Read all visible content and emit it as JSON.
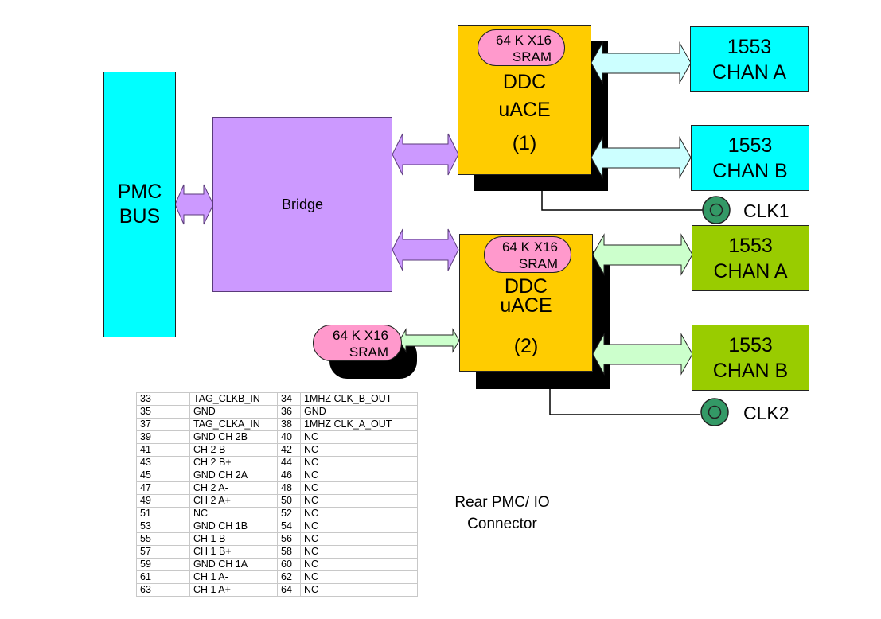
{
  "diagram": {
    "pmc_bus": {
      "label_line1": "PMC",
      "label_line2": "BUS",
      "color": "#00ffff"
    },
    "bridge": {
      "label": "Bridge",
      "color": "#cc99ff"
    },
    "uace1": {
      "line1": "DDC",
      "line2": "uACE",
      "line3": "(1)",
      "sram": {
        "line1": "64 K X16",
        "line2": "SRAM"
      },
      "color": "#ffcc00"
    },
    "uace2": {
      "line1": "DDC",
      "line2": "uACE",
      "line3": "(2)",
      "sram": {
        "line1": "64 K X16",
        "line2": "SRAM"
      },
      "color": "#ffcc00"
    },
    "external_sram": {
      "line1": "64 K X16",
      "line2": "SRAM",
      "color": "#ff99cc"
    },
    "channels": [
      {
        "line1": "1553",
        "line2": "CHAN A",
        "color": "#00ffff"
      },
      {
        "line1": "1553",
        "line2": "CHAN B",
        "color": "#00ffff"
      },
      {
        "line1": "1553",
        "line2": "CHAN A",
        "color": "#99cc00"
      },
      {
        "line1": "1553",
        "line2": "CHAN B",
        "color": "#99cc00"
      }
    ],
    "clocks": [
      {
        "label": "CLK1",
        "color": "#339966"
      },
      {
        "label": "CLK2",
        "color": "#339966"
      }
    ],
    "arrow_colors": {
      "bridge": "#cc99ff",
      "chan_upper": "#ccffff",
      "chan_lower": "#ccffcc"
    },
    "caption": {
      "line1": "Rear PMC/ IO",
      "line2": "Connector"
    }
  },
  "pin_table": {
    "rows": [
      {
        "pin_a": "33",
        "signal_a": "TAG_CLKB_IN",
        "pin_b": "34",
        "signal_b": "1MHZ CLK_B_OUT"
      },
      {
        "pin_a": "35",
        "signal_a": "GND",
        "pin_b": "36",
        "signal_b": "GND"
      },
      {
        "pin_a": "37",
        "signal_a": "TAG_CLKA_IN",
        "pin_b": "38",
        "signal_b": "1MHZ CLK_A_OUT"
      },
      {
        "pin_a": "39",
        "signal_a": "GND CH 2B",
        "pin_b": "40",
        "signal_b": "NC"
      },
      {
        "pin_a": "41",
        "signal_a": "CH 2 B-",
        "pin_b": "42",
        "signal_b": "NC"
      },
      {
        "pin_a": "43",
        "signal_a": "CH 2 B+",
        "pin_b": "44",
        "signal_b": "NC"
      },
      {
        "pin_a": "45",
        "signal_a": "GND CH 2A",
        "pin_b": "46",
        "signal_b": "NC"
      },
      {
        "pin_a": "47",
        "signal_a": "CH 2 A-",
        "pin_b": "48",
        "signal_b": "NC"
      },
      {
        "pin_a": "49",
        "signal_a": "CH 2 A+",
        "pin_b": "50",
        "signal_b": "NC"
      },
      {
        "pin_a": "51",
        "signal_a": "NC",
        "pin_b": "52",
        "signal_b": "NC"
      },
      {
        "pin_a": "53",
        "signal_a": "GND CH 1B",
        "pin_b": "54",
        "signal_b": "NC"
      },
      {
        "pin_a": "55",
        "signal_a": "CH 1 B-",
        "pin_b": "56",
        "signal_b": "NC"
      },
      {
        "pin_a": "57",
        "signal_a": "CH 1 B+",
        "pin_b": "58",
        "signal_b": "NC"
      },
      {
        "pin_a": "59",
        "signal_a": "GND CH 1A",
        "pin_b": "60",
        "signal_b": "NC"
      },
      {
        "pin_a": "61",
        "signal_a": "CH 1 A-",
        "pin_b": "62",
        "signal_b": "NC"
      },
      {
        "pin_a": "63",
        "signal_a": "CH 1 A+",
        "pin_b": "64",
        "signal_b": "NC"
      }
    ]
  }
}
